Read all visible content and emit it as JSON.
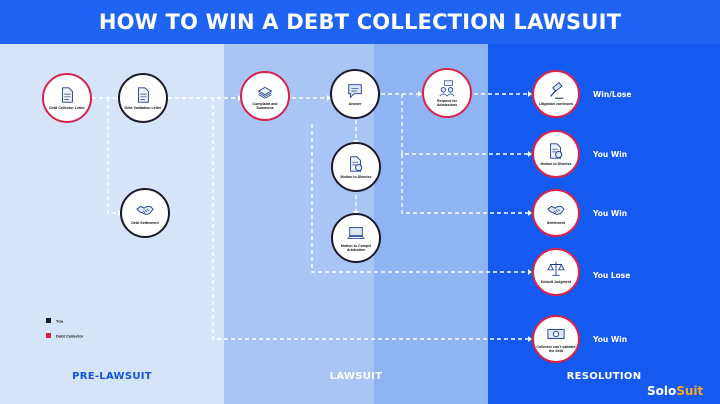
{
  "title": "HOW TO WIN A DEBT COLLECTION LAWSUIT",
  "columns": {
    "pre": "PRE-LAWSUIT",
    "law": "LAWSUIT",
    "res": "RESOLUTION"
  },
  "nodes": {
    "debt_collector_letter": "Debt Collector Letter",
    "debt_validation_letter": "Debt Validation Letter",
    "debt_settlement": "Debt Settlement",
    "complaint_summons": "Complaint and Summons",
    "answer": "Answer",
    "motion_dismiss": "Motion to Dismiss",
    "motion_arbitration": "Motion to Compel Arbitration",
    "request_admissions": "Request for Admissions",
    "litigation_continues": "Litigation continues",
    "res_motion_dismiss": "Motion to Dismiss",
    "settlement": "Settlement",
    "default_judgment": "Default Judgment",
    "collector_cant_validate": "Collector can't validate the debt"
  },
  "outcomes": {
    "litigation": "Win/Lose",
    "dismiss": "You Win",
    "settlement": "You Win",
    "default": "You Lose",
    "validate": "You Win"
  },
  "legend": {
    "you": "You",
    "collector": "Debt Collector"
  },
  "brand": {
    "solo": "Solo",
    "suit": "Suit"
  },
  "colors": {
    "you": "#1a1a2a",
    "collector": "#d8234a",
    "accent": "#1f63f2"
  },
  "icons": {
    "debt_collector_letter": "document-icon",
    "debt_validation_letter": "document-icon",
    "debt_settlement": "handshake-icon",
    "complaint_summons": "papers-stack-icon",
    "answer": "speech-bubble-icon",
    "motion_dismiss": "document-gear-icon",
    "motion_arbitration": "laptop-icon",
    "request_admissions": "people-chat-icon",
    "litigation_continues": "gavel-icon",
    "res_motion_dismiss": "document-gear-icon",
    "settlement": "handshake-icon",
    "default_judgment": "scales-icon",
    "collector_cant_validate": "money-check-icon"
  }
}
